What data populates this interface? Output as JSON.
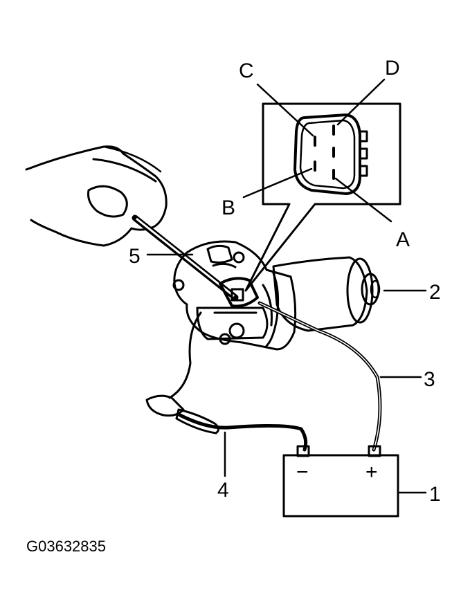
{
  "diagram": {
    "connector_pins": {
      "A": "A",
      "B": "B",
      "C": "C",
      "D": "D"
    },
    "callouts": {
      "c1": "1",
      "c2": "2",
      "c3": "3",
      "c4": "4",
      "c5": "5"
    },
    "battery": {
      "negative": "−",
      "positive": "+"
    },
    "figure_code": "G03632835"
  }
}
